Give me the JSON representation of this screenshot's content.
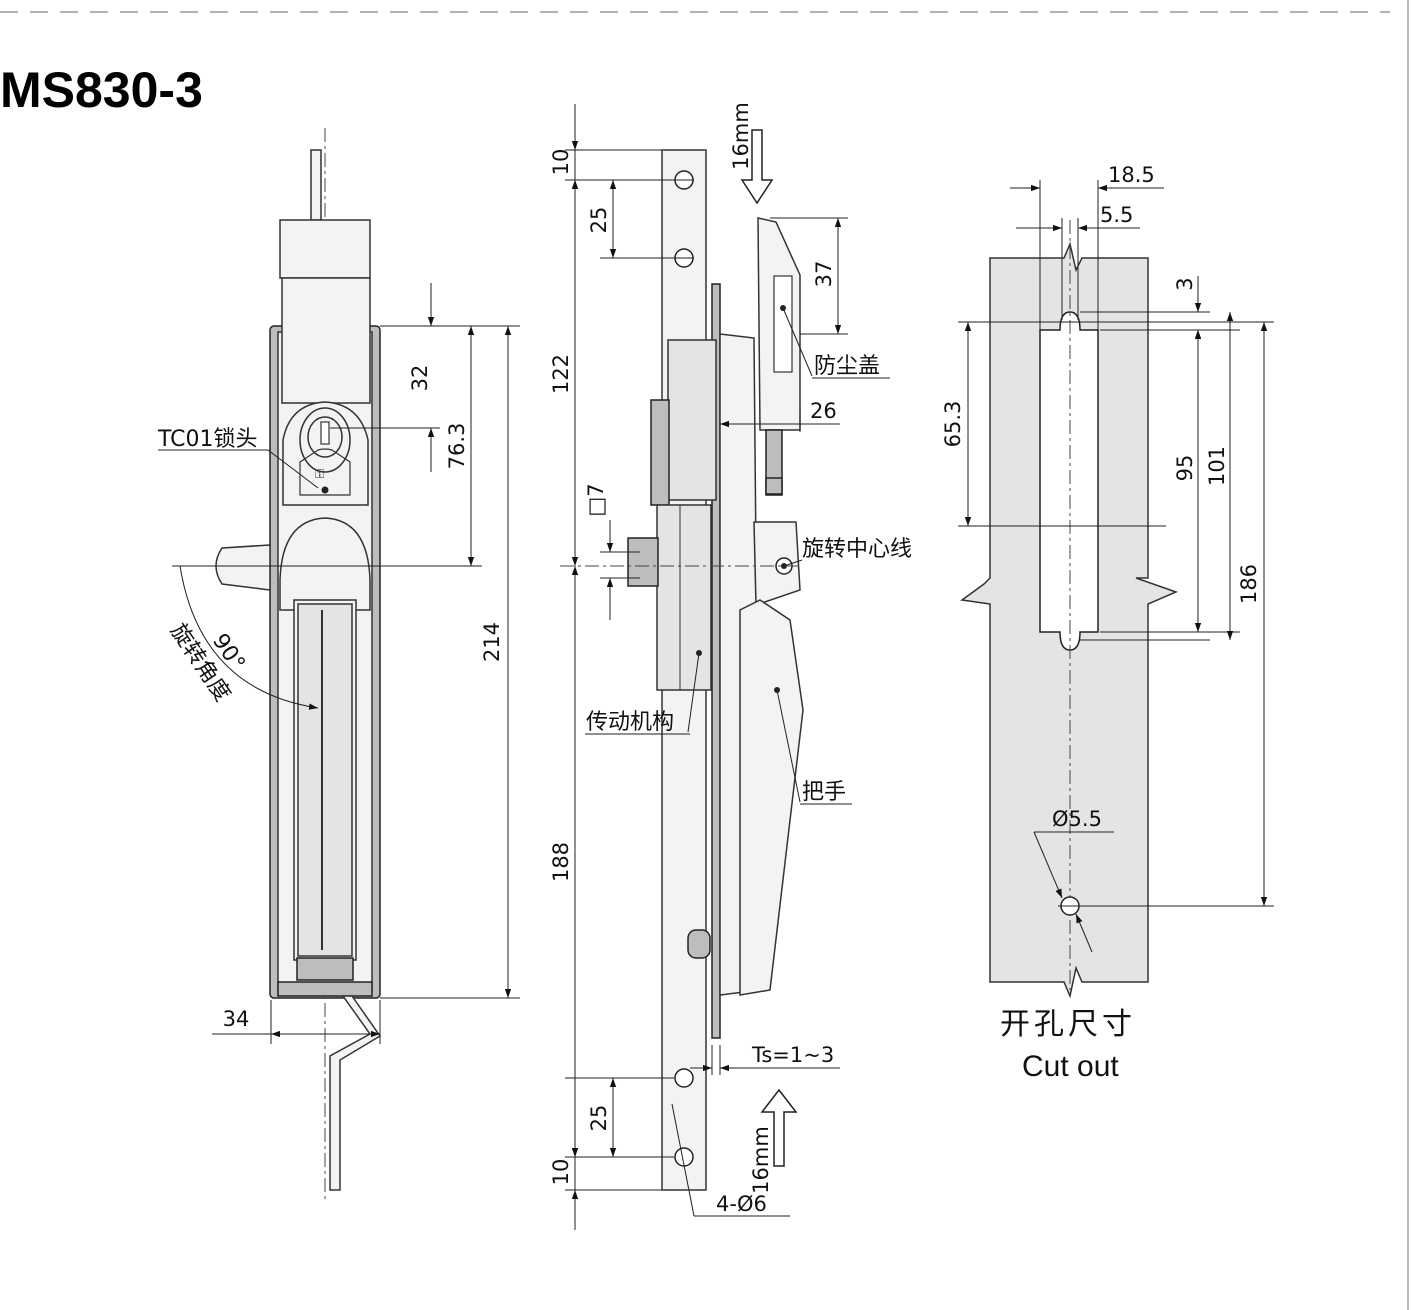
{
  "title": "MS830-3",
  "front_view": {
    "lock_label": "TC01锁头",
    "angle_value": "90°",
    "angle_label": "旋转角度",
    "dim_32": "32",
    "dim_76_3": "76.3",
    "dim_214": "214",
    "dim_34": "34"
  },
  "side_view": {
    "dim_10_top": "10",
    "dim_25_top": "25",
    "dim_122": "122",
    "dim_square7": "□7",
    "dim_188": "188",
    "dim_25_bottom": "25",
    "dim_10_bottom": "10",
    "travel_top": "16mm",
    "travel_bottom": "16mm",
    "dim_37": "37",
    "dim_26": "26",
    "dust_cover": "防尘盖",
    "rotation_center": "旋转中心线",
    "transmission": "传动机构",
    "handle": "把手",
    "thickness": "Ts=1~3",
    "holes": "4-Ø6"
  },
  "cutout": {
    "dim_18_5": "18.5",
    "dim_5_5": "5.5",
    "dim_3": "3",
    "dim_65_3": "65.3",
    "dim_95": "95",
    "dim_101": "101",
    "dim_186": "186",
    "hole_dia": "Ø5.5",
    "caption_cn": "开孔尺寸",
    "caption_en": "Cut out"
  }
}
